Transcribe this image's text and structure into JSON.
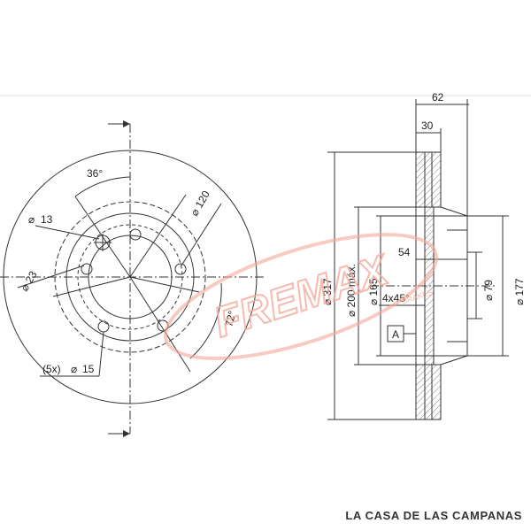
{
  "front_view": {
    "angle_bolt": "36°",
    "hole_small": "13",
    "pcd": "120",
    "center_hole": "23",
    "rotation": "72°",
    "bolt_label": "(5x)",
    "bolt_dia": "15"
  },
  "side_view": {
    "thickness_total": "62",
    "thickness_disc": "30",
    "depth": "54",
    "chamfer": "4x45°",
    "datum": "A",
    "outer_dia": "317",
    "max_dia": "200 máx.",
    "hub_dia": "165",
    "bore_dia": "79",
    "hat_dia": "177"
  },
  "brand": {
    "logo_text": "FREMAX",
    "logo_sub": "BRAKES",
    "color": "#f4a99a"
  },
  "footer": {
    "text": "LA CASA DE LAS CAMPANAS"
  }
}
